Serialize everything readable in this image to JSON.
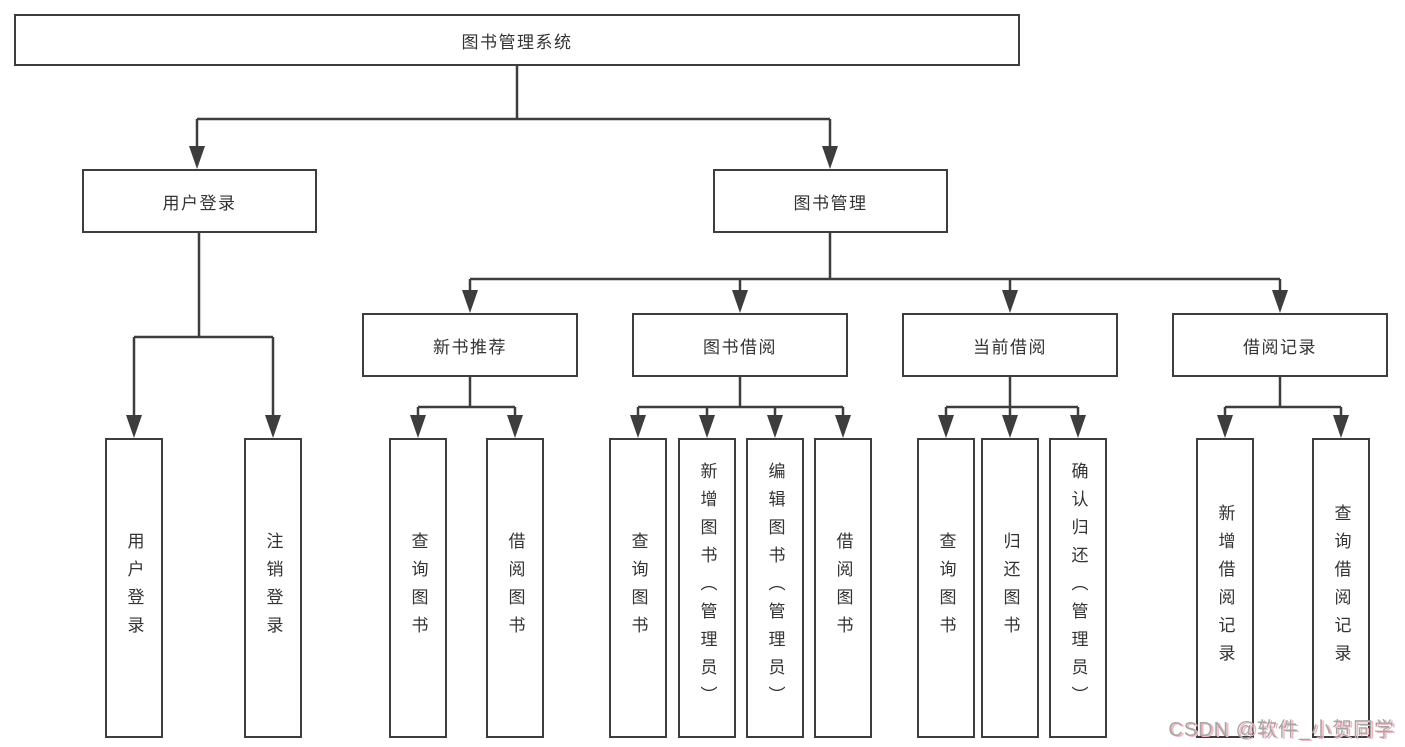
{
  "colors": {
    "line": "#3d3d3d",
    "box_bg": "#ffffff",
    "text": "#333333",
    "watermark": "#a6a6a6",
    "watermark_shadow": "#f5b6c0"
  },
  "tree": {
    "root": {
      "label": "图书管理系统"
    },
    "level1": [
      {
        "label": "用户登录",
        "children": [
          {
            "label": "用户登录"
          },
          {
            "label": "注销登录"
          }
        ]
      },
      {
        "label": "图书管理",
        "children": [
          {
            "label": "新书推荐",
            "children": [
              {
                "label": "查询图书"
              },
              {
                "label": "借阅图书"
              }
            ]
          },
          {
            "label": "图书借阅",
            "children": [
              {
                "label": "查询图书"
              },
              {
                "label": "新增图书（管理员）"
              },
              {
                "label": "编辑图书（管理员）"
              },
              {
                "label": "借阅图书"
              }
            ]
          },
          {
            "label": "当前借阅",
            "children": [
              {
                "label": "查询图书"
              },
              {
                "label": "归还图书"
              },
              {
                "label": "确认归还（管理员）"
              }
            ]
          },
          {
            "label": "借阅记录",
            "children": [
              {
                "label": "新增借阅记录"
              },
              {
                "label": "查询借阅记录"
              }
            ]
          }
        ]
      }
    ]
  },
  "watermark": {
    "text": "CSDN @软件_小贺同学"
  }
}
